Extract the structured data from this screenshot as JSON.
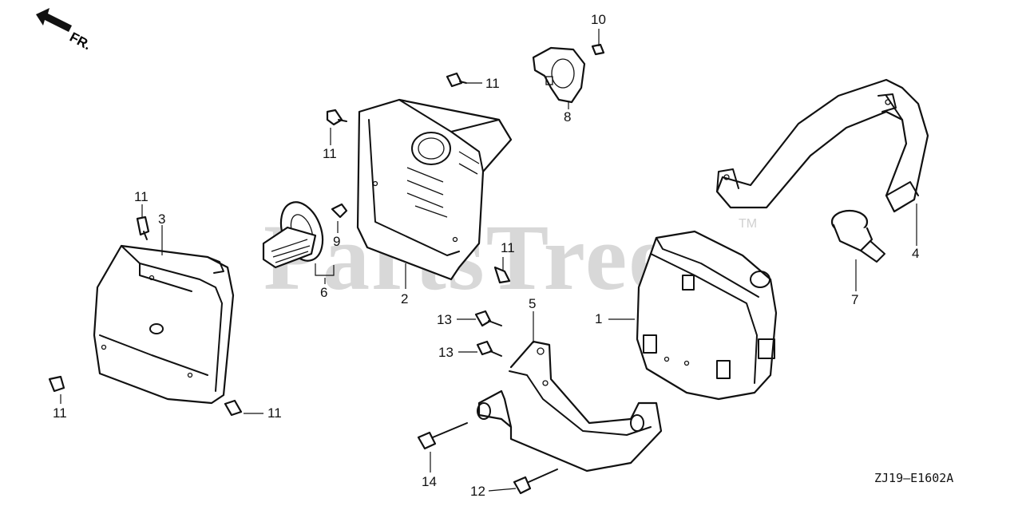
{
  "watermark": {
    "text": "PartsTree",
    "trademark": "TM"
  },
  "direction": {
    "label": "FR."
  },
  "diagram_code": "ZJ19—E1602A",
  "callouts": [
    "10",
    "11",
    "8",
    "11",
    "3",
    "11",
    "9",
    "6",
    "2",
    "11",
    "4",
    "7",
    "1",
    "5",
    "13",
    "13",
    "11",
    "11",
    "14",
    "12"
  ]
}
